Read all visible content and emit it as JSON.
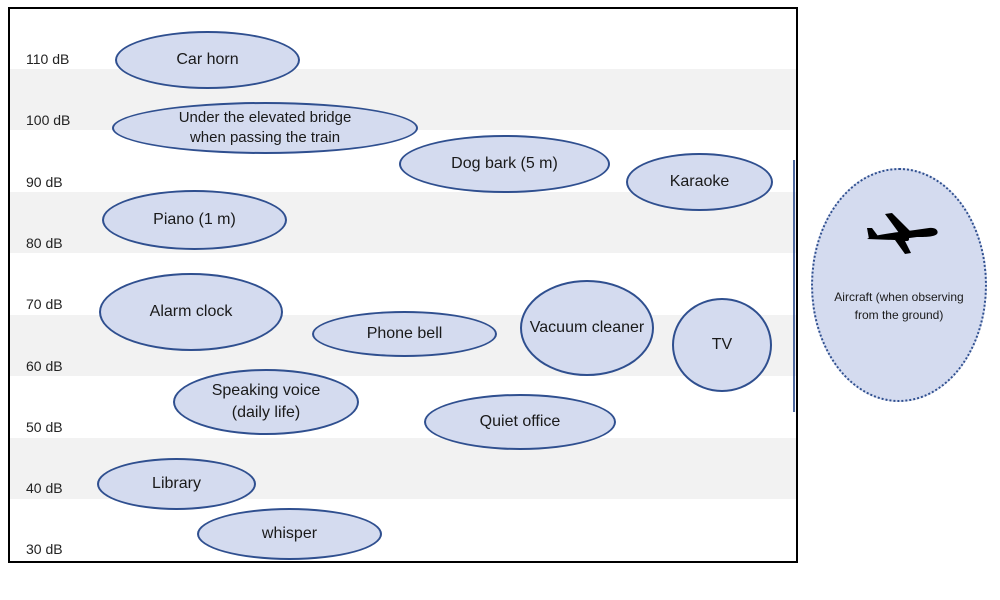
{
  "scale_labels": [
    "110 dB",
    "100 dB",
    "90 dB",
    "80 dB",
    "70 dB",
    "60 dB",
    "50 dB",
    "40 dB",
    "30 dB"
  ],
  "sounds": {
    "car_horn": "Car horn",
    "elevated_bridge_line1": "Under the elevated bridge",
    "elevated_bridge_line2": "when passing the train",
    "dog_bark": "Dog bark (5 m)",
    "karaoke": "Karaoke",
    "piano": "Piano (1 m)",
    "alarm_clock": "Alarm clock",
    "phone_bell": "Phone bell",
    "vacuum_cleaner": "Vacuum cleaner",
    "tv": "TV",
    "speaking_voice_line1": "Speaking voice",
    "speaking_voice_line2": "(daily life)",
    "quiet_office": "Quiet office",
    "library": "Library",
    "whisper": "whisper"
  },
  "aircraft": {
    "icon": "airplane-icon",
    "label_line1": "Aircraft (when observing",
    "label_line2": "from the ground)"
  },
  "colors": {
    "bubble_fill": "#d4dbef",
    "bubble_border": "#2f4f8f",
    "band_fill": "#f2f2f2"
  }
}
